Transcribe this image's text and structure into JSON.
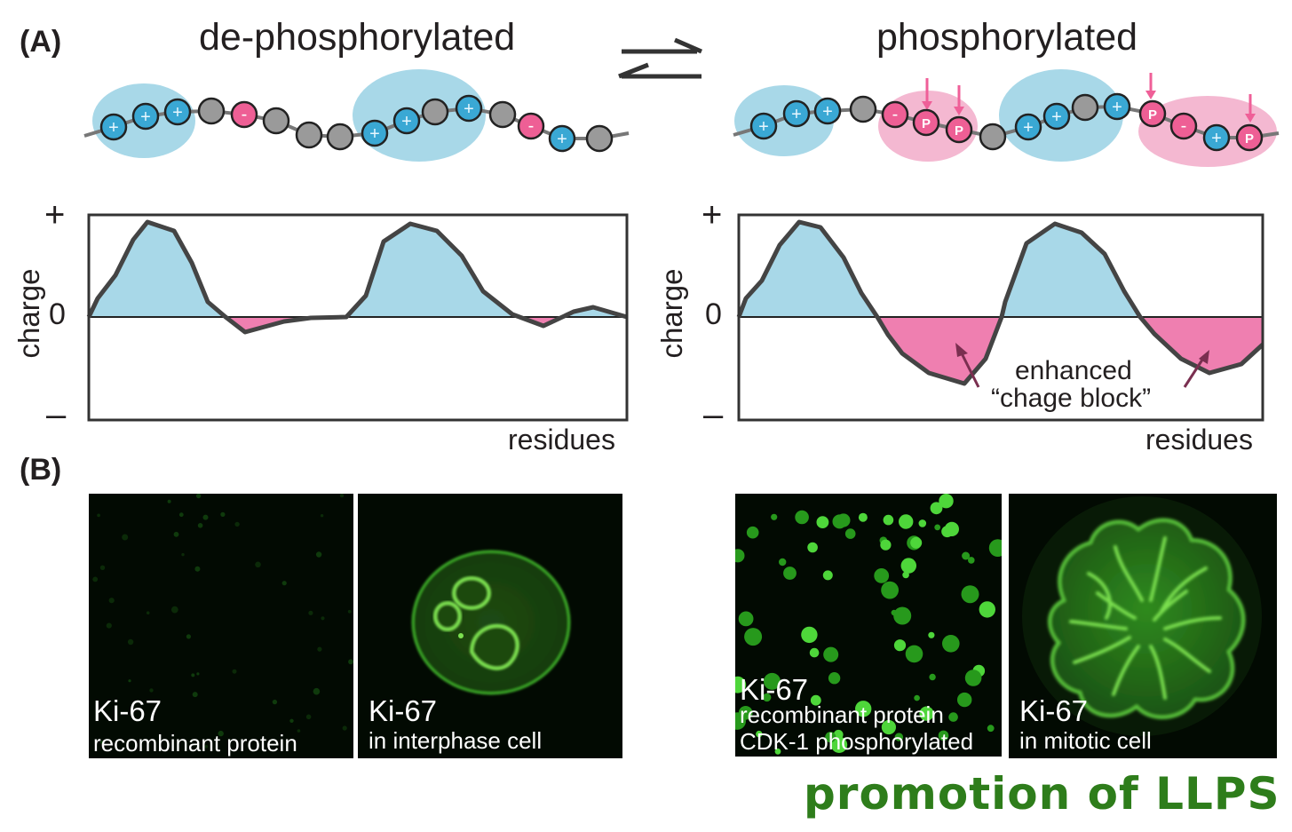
{
  "panel_a": {
    "label": "(A)",
    "left_title": "de-phosphorylated",
    "right_title": "phosphorylated",
    "residue_glyphs": {
      "positive": "+",
      "negative": "-",
      "phospho": "P"
    },
    "colors": {
      "positive": "#a8d8e8",
      "negative": "#f4b8d1",
      "phospho_bead": "#ee5f95",
      "neutral_bead": "#9a9a9a",
      "neg_fill": "#ef7fb0",
      "arrow": "#7a2f50"
    },
    "plot_left": {
      "y_top_label": "+",
      "y_zero_label": "0",
      "y_bottom_label": "–",
      "ylabel": "charge",
      "xlabel": "residues"
    },
    "plot_right": {
      "y_top_label": "+",
      "y_zero_label": "0",
      "y_bottom_label": "–",
      "ylabel": "charge",
      "xlabel": "residues",
      "annotation_line1": "enhanced",
      "annotation_line2": "“chage block”"
    }
  },
  "panel_b": {
    "label": "(B)",
    "images": [
      {
        "title": "Ki-67",
        "lines": [
          "recombinant protein"
        ]
      },
      {
        "title": "Ki-67",
        "lines": [
          "in interphase cell"
        ]
      },
      {
        "title": "Ki-67",
        "lines": [
          "recombinant protein",
          "CDK-1 phosphorylated"
        ]
      },
      {
        "title": "Ki-67",
        "lines": [
          "in mitotic cell"
        ]
      }
    ],
    "caption": "promotion of LLPS"
  }
}
